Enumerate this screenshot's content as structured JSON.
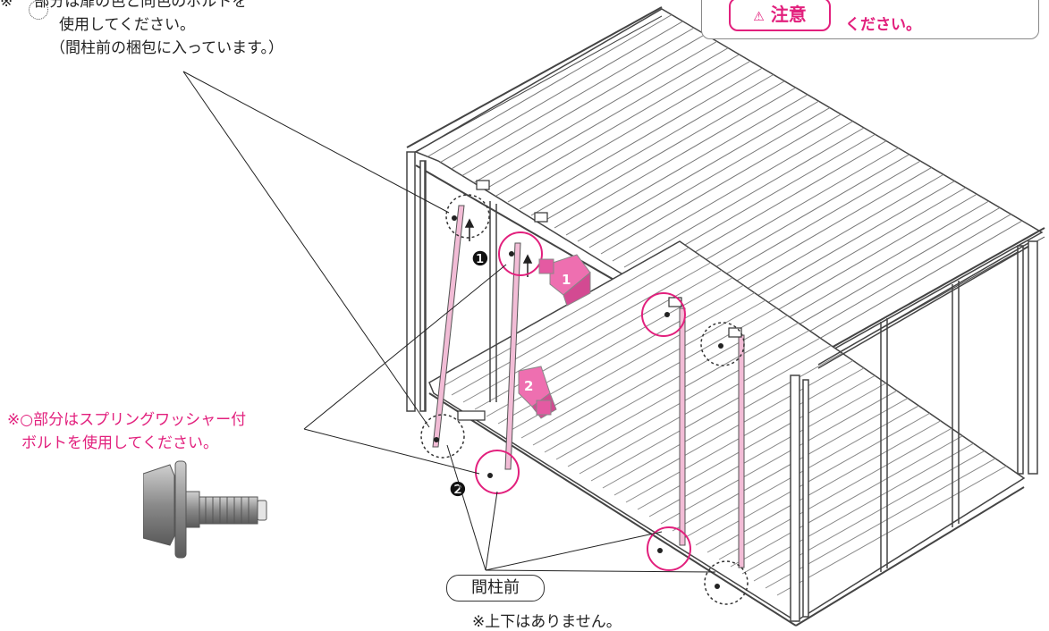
{
  "notes": {
    "top_line1_prefix": "※",
    "top_line1": "部分は扉の色と同色のボルトを",
    "top_line2": "使用してください。",
    "top_line3": "（間柱前の梱包に入っています。）",
    "spring_line1": "※○部分はスプリングワッシャー付",
    "spring_line2": "ボルトを使用してください。"
  },
  "warning": {
    "badge": "注意",
    "text": "ください。"
  },
  "steps": {
    "step1": "❶",
    "step2": "❷",
    "bubble1": "1",
    "bubble2": "2"
  },
  "labels": {
    "pillar": "間柱前",
    "no_orientation": "※上下はありません。"
  },
  "colors": {
    "accent": "#e2207d",
    "pillar_fill": "#f2bcd6",
    "bubble_fill": "#ee6fb0"
  }
}
